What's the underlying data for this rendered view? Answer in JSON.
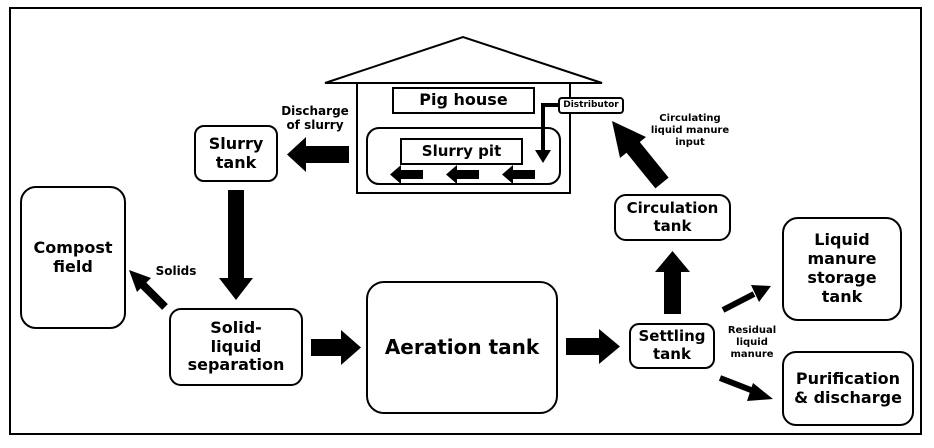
{
  "nodes": {
    "pig_house": "Pig house",
    "slurry_pit": "Slurry pit",
    "distributor": "Distributor",
    "slurry_tank": "Slurry\ntank",
    "compost_field": "Compost\nfield",
    "solid_liquid_separation": "Solid-\nliquid\nseparation",
    "aeration_tank": "Aeration tank",
    "settling_tank": "Settling\ntank",
    "circulation_tank": "Circulation\ntank",
    "liquid_manure_storage_tank": "Liquid\nmanure\nstorage\ntank",
    "purification_discharge": "Purification\n& discharge"
  },
  "edge_labels": {
    "discharge_of_slurry": "Discharge\nof slurry",
    "solids": "Solids",
    "circulating_input": "Circulating\nliquid manure\ninput",
    "residual_liquid_manure": "Residual\nliquid\nmanure"
  }
}
